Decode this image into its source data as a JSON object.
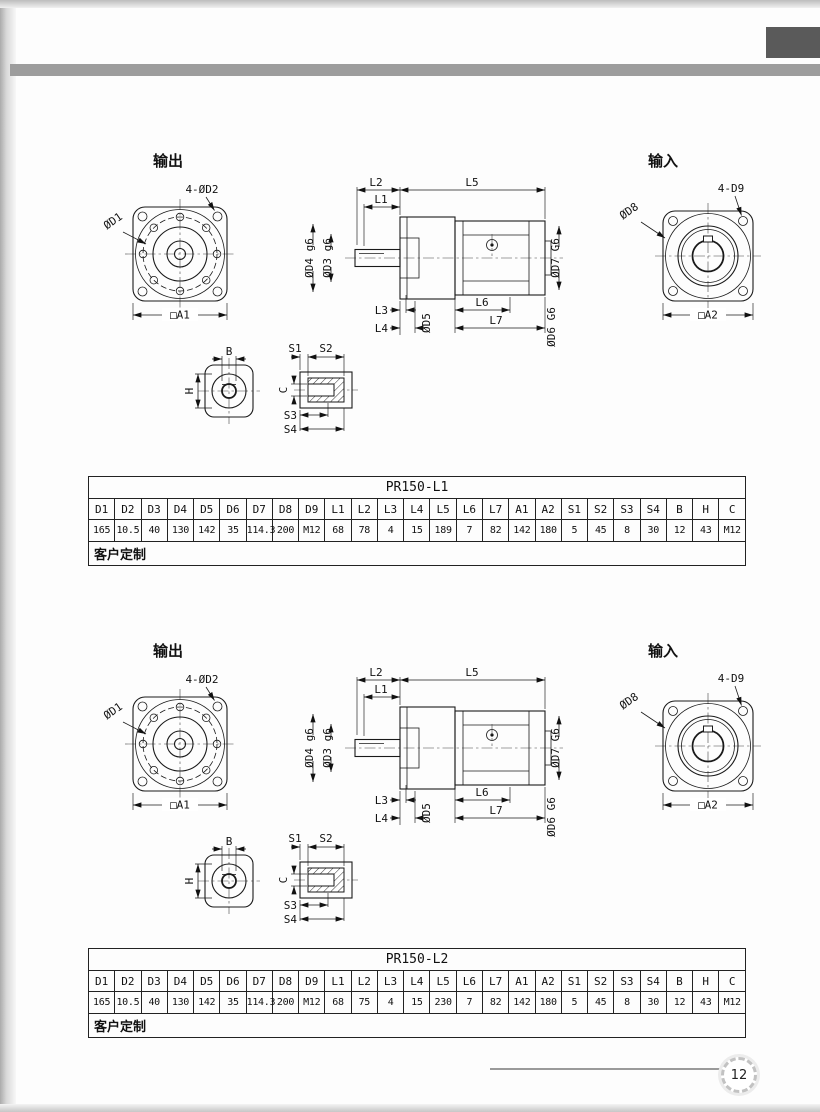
{
  "page": {
    "number": "12"
  },
  "drawing": {
    "output_label": "输出",
    "input_label": "输入",
    "front_flange": {
      "holes_label": "4-ØD2",
      "diameter_label": "ØD1",
      "square_label": "□A1"
    },
    "rear_flange": {
      "holes_label": "4-D9",
      "diameter_label": "ØD8",
      "square_label": "□A2"
    },
    "dims": {
      "l1": "L1",
      "l2": "L2",
      "l3": "L3",
      "l4": "L4",
      "l5": "L5",
      "l6": "L6",
      "l7": "L7",
      "d3": "ØD3 g6",
      "d4": "ØD4 g6",
      "d5": "ØD5",
      "d6": "ØD6 G6",
      "d7": "ØD7 G6",
      "b": "B",
      "h": "H",
      "c": "C",
      "s1": "S1",
      "s2": "S2",
      "s3": "S3",
      "s4": "S4"
    }
  },
  "tables": [
    {
      "title": "PR150-L1",
      "headers": [
        "D1",
        "D2",
        "D3",
        "D4",
        "D5",
        "D6",
        "D7",
        "D8",
        "D9",
        "L1",
        "L2",
        "L3",
        "L4",
        "L5",
        "L6",
        "L7",
        "A1",
        "A2",
        "S1",
        "S2",
        "S3",
        "S4",
        "B",
        "H",
        "C"
      ],
      "values": [
        "165",
        "10.5",
        "40",
        "130",
        "142",
        "35",
        "114.3",
        "200",
        "M12",
        "68",
        "78",
        "4",
        "15",
        "189",
        "7",
        "82",
        "142",
        "180",
        "5",
        "45",
        "8",
        "30",
        "12",
        "43",
        "M12"
      ],
      "custom_row": "客户定制"
    },
    {
      "title": "PR150-L2",
      "headers": [
        "D1",
        "D2",
        "D3",
        "D4",
        "D5",
        "D6",
        "D7",
        "D8",
        "D9",
        "L1",
        "L2",
        "L3",
        "L4",
        "L5",
        "L6",
        "L7",
        "A1",
        "A2",
        "S1",
        "S2",
        "S3",
        "S4",
        "B",
        "H",
        "C"
      ],
      "values": [
        "165",
        "10.5",
        "40",
        "130",
        "142",
        "35",
        "114.3",
        "200",
        "M12",
        "68",
        "75",
        "4",
        "15",
        "230",
        "7",
        "82",
        "142",
        "180",
        "5",
        "45",
        "8",
        "30",
        "12",
        "43",
        "M12"
      ],
      "custom_row": "客户定制"
    }
  ]
}
